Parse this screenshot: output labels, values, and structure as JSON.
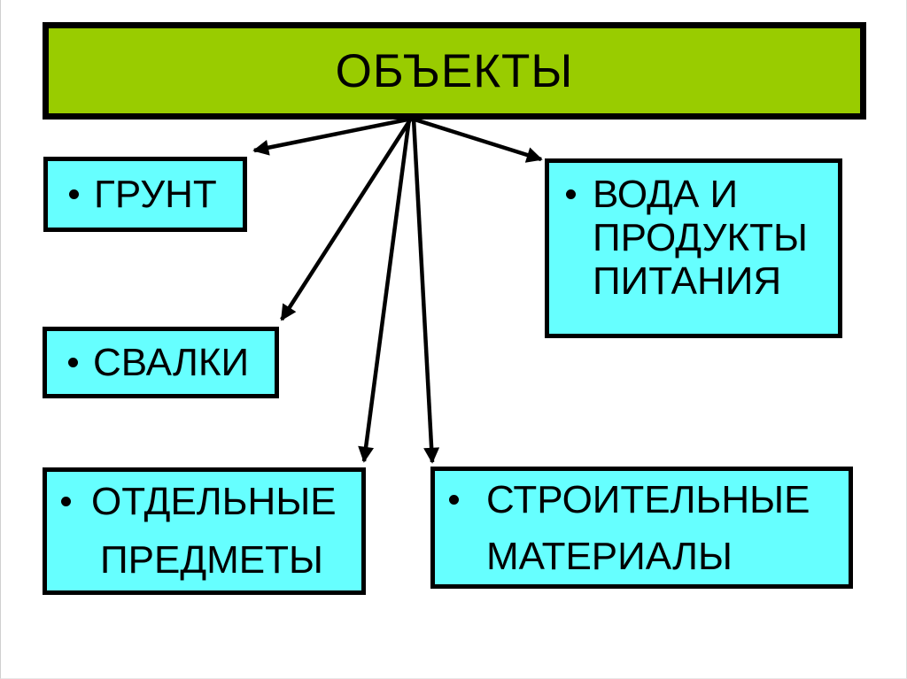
{
  "colors": {
    "page_bg": "#ffffff",
    "header_bg": "#99cc00",
    "box_bg": "#66ffff",
    "border": "#000000",
    "arrow": "#000000"
  },
  "header": {
    "title": "ОБЪЕКТЫ"
  },
  "nodes": {
    "grunt": {
      "label": "ГРУНТ"
    },
    "voda": {
      "lines": [
        "ВОДА И",
        "ПРОДУКТЫ",
        "ПИТАНИЯ"
      ]
    },
    "svalki": {
      "label": "СВАЛКИ"
    },
    "otdelnye": {
      "lines": [
        "ОТДЕЛЬНЫЕ",
        "ПРЕДМЕТЫ"
      ]
    },
    "stroitelnye": {
      "lines": [
        "СТРОИТЕЛЬНЫЕ",
        "МАТЕРИАЛЫ"
      ]
    }
  },
  "edges": [
    {
      "from": "objects",
      "to": "grunt"
    },
    {
      "from": "objects",
      "to": "voda"
    },
    {
      "from": "objects",
      "to": "svalki"
    },
    {
      "from": "objects",
      "to": "otdelnye"
    },
    {
      "from": "objects",
      "to": "stroitelnye"
    }
  ],
  "icons": {
    "bullet": "•"
  }
}
